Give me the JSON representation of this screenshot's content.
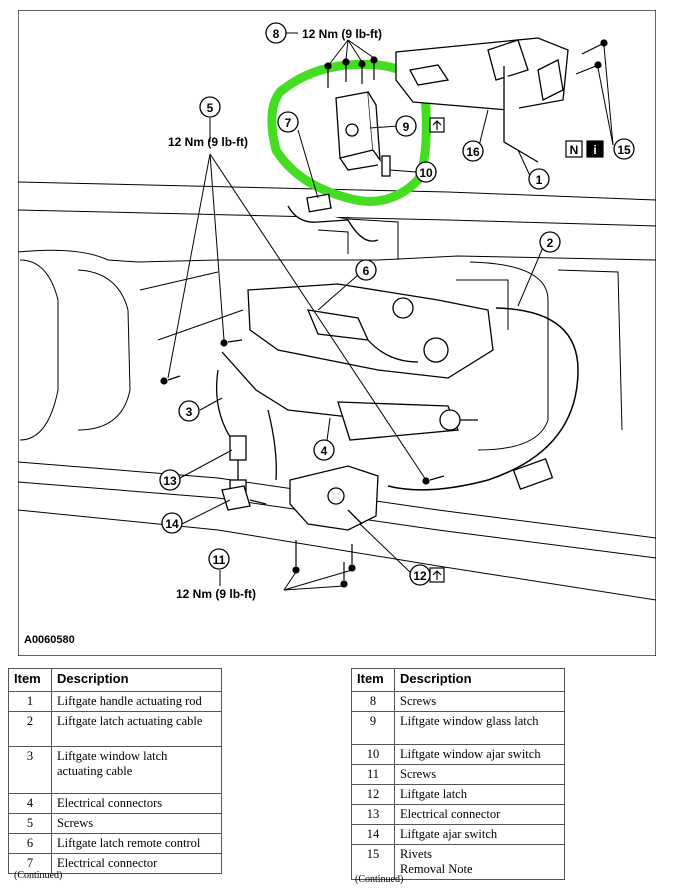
{
  "figure": {
    "id": "A0060580",
    "torque_spec": "12 Nm (9 lb-ft)",
    "callouts": [
      "1",
      "2",
      "3",
      "4",
      "5",
      "6",
      "7",
      "8",
      "9",
      "10",
      "11",
      "12",
      "13",
      "14",
      "15",
      "16"
    ],
    "note_labels": {
      "n": "N",
      "i": "i"
    }
  },
  "table_left": {
    "headers": [
      "Item",
      "Description"
    ],
    "rows": [
      {
        "item": "1",
        "desc": "Liftgate handle actuating rod"
      },
      {
        "item": "2",
        "desc": "Liftgate latch actuating cable"
      },
      {
        "item": "3",
        "desc": "Liftgate window latch actuating cable"
      },
      {
        "item": "4",
        "desc": "Electrical connectors"
      },
      {
        "item": "5",
        "desc": "Screws"
      },
      {
        "item": "6",
        "desc": "Liftgate latch remote control"
      },
      {
        "item": "7",
        "desc": "Electrical connector"
      }
    ],
    "continued": "(Continued)"
  },
  "table_right": {
    "headers": [
      "Item",
      "Description"
    ],
    "rows": [
      {
        "item": "8",
        "desc": "Screws"
      },
      {
        "item": "9",
        "desc": "Liftgate window glass latch"
      },
      {
        "item": "10",
        "desc": "Liftgate window ajar switch"
      },
      {
        "item": "11",
        "desc": "Screws"
      },
      {
        "item": "12",
        "desc": "Liftgate latch"
      },
      {
        "item": "13",
        "desc": "Electrical connector"
      },
      {
        "item": "14",
        "desc": "Liftgate ajar switch"
      },
      {
        "item": "15",
        "desc": "Rivets\nRemoval Note"
      }
    ],
    "continued": "(Continued)"
  },
  "colors": {
    "highlight": "#44dd22",
    "line": "#000000"
  }
}
